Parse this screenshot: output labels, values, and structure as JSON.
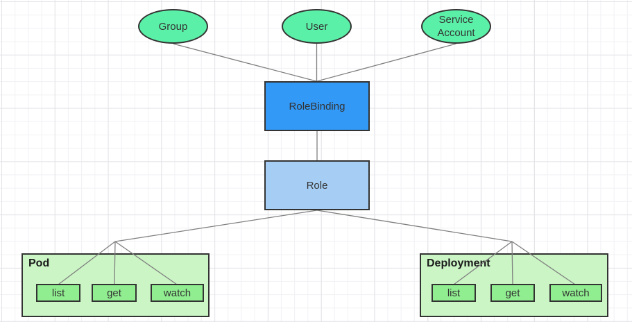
{
  "diagram": {
    "subjects": [
      {
        "label": "Group"
      },
      {
        "label": "User"
      },
      {
        "label": "Service Account"
      }
    ],
    "binding": {
      "label": "RoleBinding"
    },
    "role": {
      "label": "Role"
    },
    "resources": [
      {
        "label": "Pod",
        "verbs": [
          "list",
          "get",
          "watch"
        ]
      },
      {
        "label": "Deployment",
        "verbs": [
          "list",
          "get",
          "watch"
        ]
      }
    ],
    "edges": [
      "Group -> RoleBinding",
      "User -> RoleBinding",
      "Service Account -> RoleBinding",
      "RoleBinding -> Role",
      "Role -> Pod.list",
      "Role -> Pod.get",
      "Role -> Pod.watch",
      "Role -> Deployment.list",
      "Role -> Deployment.get",
      "Role -> Deployment.watch"
    ],
    "colors": {
      "subject_fill": "#5bf0a8",
      "binding_fill": "#3399f6",
      "role_fill": "#a6cef4",
      "resource_fill": "#cbf5c5",
      "verb_fill": "#90ee90",
      "shape_border": "#333333",
      "edge_line": "#7f7f7f",
      "grid_minor": "#f1f1f4",
      "grid_major": "#e3e3e7"
    }
  }
}
